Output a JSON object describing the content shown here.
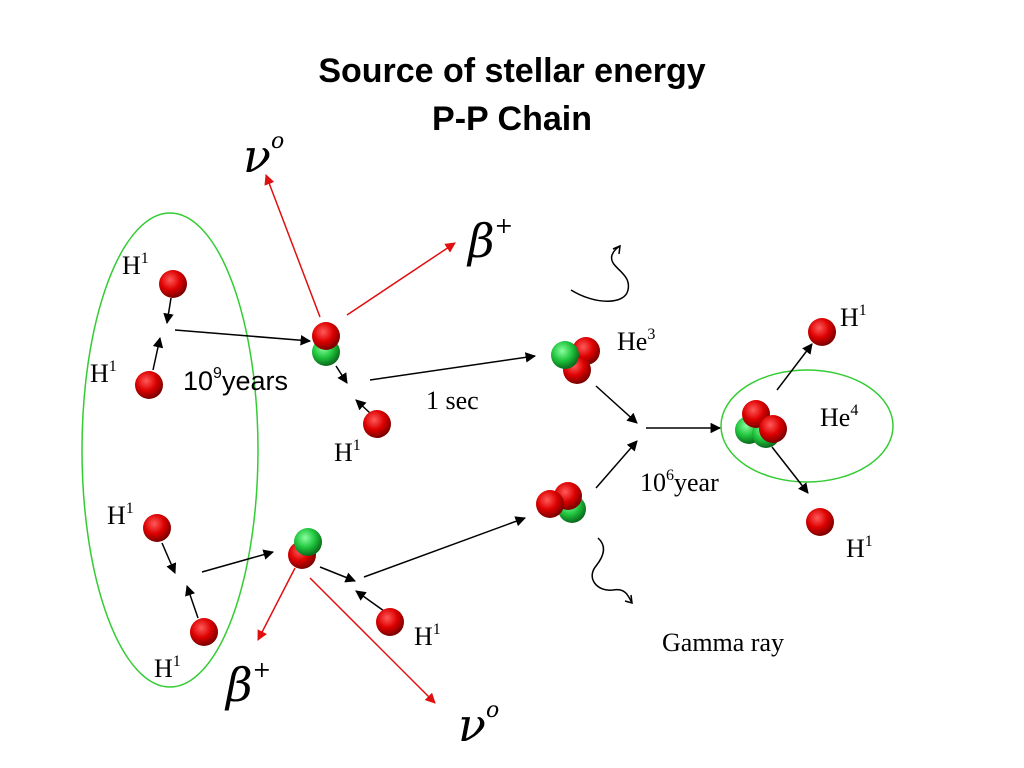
{
  "title": {
    "line1": "Source of stellar energy",
    "line2": "P-P Chain"
  },
  "labels": {
    "h1_symbol": "H",
    "h1_mass": "1",
    "he3_symbol": "He",
    "he3_mass": "3",
    "he4_symbol": "He",
    "he4_mass": "4",
    "years_base": "10",
    "years_exp": "9",
    "years_unit": "years",
    "one_sec": "1 sec",
    "year_base": "10",
    "year_exp": "6",
    "year_unit": "year",
    "gamma_ray": "Gamma ray",
    "neutrino_symbol": "ν",
    "neutrino_sup": "o",
    "beta_symbol": "β",
    "beta_sup": "+"
  },
  "colors": {
    "proton": "#e00000",
    "neutron": "#22cc44",
    "red_arrow": "#e01010",
    "black_arrow": "#000000",
    "ellipse": "#33cc33"
  }
}
